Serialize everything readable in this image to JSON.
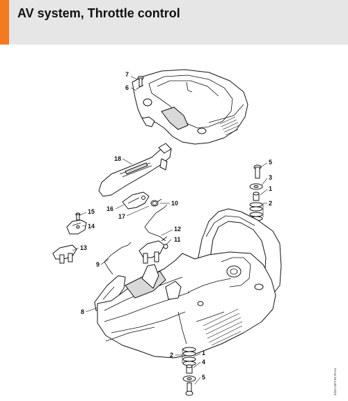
{
  "header": {
    "title": "AV system, Throttle control",
    "accent_color": "#f37a1f",
    "band_color": "#e6e6e6"
  },
  "diagram": {
    "labels": [
      {
        "id": "p7",
        "text": "7"
      },
      {
        "id": "p6",
        "text": "6"
      },
      {
        "id": "p18",
        "text": "18"
      },
      {
        "id": "p5a",
        "text": "5"
      },
      {
        "id": "p3",
        "text": "3"
      },
      {
        "id": "p1a",
        "text": "1"
      },
      {
        "id": "p2a",
        "text": "2"
      },
      {
        "id": "p10",
        "text": "10"
      },
      {
        "id": "p16",
        "text": "16"
      },
      {
        "id": "p17",
        "text": "17"
      },
      {
        "id": "p15",
        "text": "15"
      },
      {
        "id": "p14",
        "text": "14"
      },
      {
        "id": "p12",
        "text": "12"
      },
      {
        "id": "p11",
        "text": "11"
      },
      {
        "id": "p13",
        "text": "13"
      },
      {
        "id": "p9",
        "text": "9"
      },
      {
        "id": "p8",
        "text": "8"
      },
      {
        "id": "p2b",
        "text": "2"
      },
      {
        "id": "p1b",
        "text": "1"
      },
      {
        "id": "p4",
        "text": "4"
      },
      {
        "id": "p5b",
        "text": "5"
      }
    ],
    "drawing_code": "4242-GET-0179-A4"
  }
}
